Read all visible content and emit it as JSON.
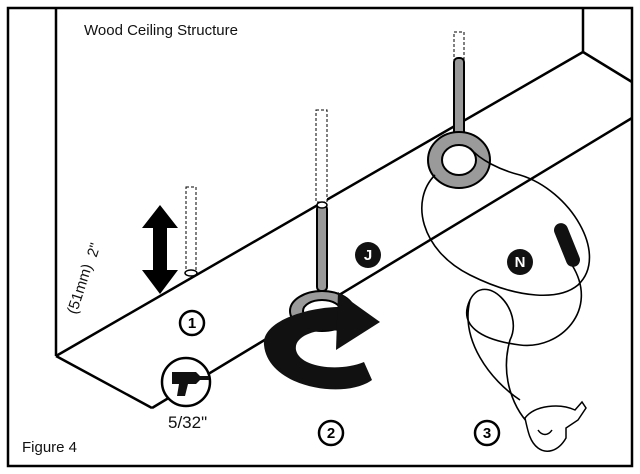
{
  "figure": {
    "title": "Wood Ceiling Structure",
    "caption": "Figure 4",
    "dimension_imperial": "2\"",
    "dimension_metric": "(51mm)",
    "drill_bit_size": "5/32\"",
    "steps": [
      "1",
      "2",
      "3"
    ],
    "part_labels": [
      "J",
      "N"
    ],
    "icons": [
      "drill-icon",
      "rotate-arrow-icon",
      "hand-icon"
    ]
  }
}
